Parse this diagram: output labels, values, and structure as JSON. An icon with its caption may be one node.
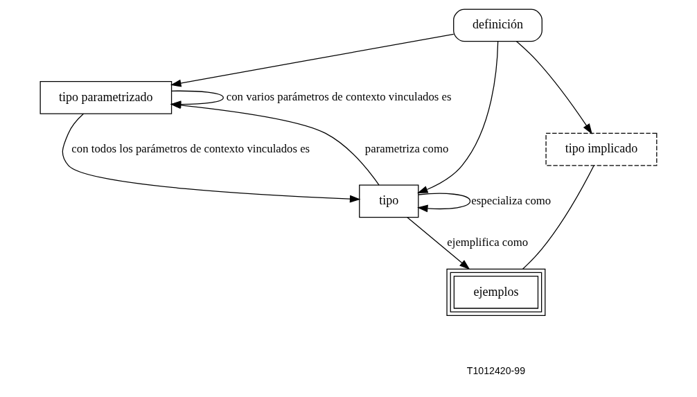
{
  "diagram": {
    "nodes": [
      {
        "text": [
          "tipo parametrizado"
        ]
      },
      {
        "text": [
          "tipo"
        ]
      },
      {
        "text": [
          "definición"
        ]
      },
      {
        "text": [
          "ejemplos"
        ]
      },
      {
        "text": [
          "tipo implicado"
        ]
      }
    ],
    "edges": [
      {
        "from": 0,
        "to": 0,
        "arrow": "to",
        "label": "con varios parámetros de contexto vinculados es"
      },
      {
        "from": 1,
        "to": 0,
        "arrow": "to",
        "label": "parametriza como"
      },
      {
        "from": 0,
        "to": 1,
        "arrow": "to",
        "label": "con todos los parámetros de contexto vinculados es"
      },
      {
        "from": 1,
        "to": 1,
        "arrow": "to",
        "label": "especializa como"
      },
      {
        "from": 2,
        "to": 0,
        "arrow": "to"
      },
      {
        "from": 2,
        "to": 1,
        "arrow": "to"
      },
      {
        "from": 1,
        "to": 3,
        "arrow": "to",
        "label": "ejemplifica como"
      },
      {
        "from": 2,
        "to": 4,
        "arrow": "to"
      },
      {
        "from": 4,
        "to": 3,
        "arrow": "none"
      }
    ],
    "labels": [
      "T1012420-99"
    ]
  }
}
